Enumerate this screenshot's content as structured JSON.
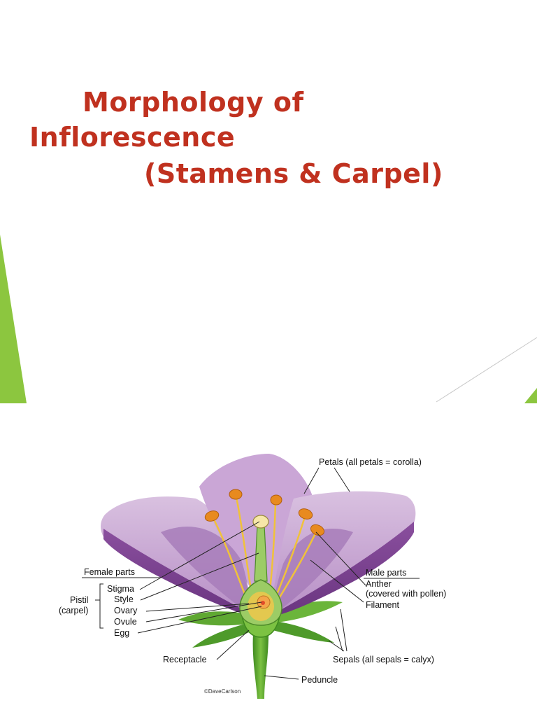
{
  "slide": {
    "title_line1": "Morphology of",
    "title_line2": "Inflorescence",
    "title_line3": "(Stamens & Carpel)",
    "accent_color": "#8cc63f",
    "title_color": "#c0311f"
  },
  "diagram": {
    "labels": {
      "petals": "Petals (all petals = corolla)",
      "female_heading": "Female parts",
      "stigma": "Stigma",
      "style": "Style",
      "pistil": "Pistil",
      "carpel": "(carpel)",
      "ovary": "Ovary",
      "ovule": "Ovule",
      "egg": "Egg",
      "male_heading": "Male parts",
      "anther": "Anther",
      "anther_note": "(covered with pollen)",
      "filament": "Filament",
      "receptacle": "Receptacle",
      "sepals": "Sepals (all sepals = calyx)",
      "peduncle": "Peduncle",
      "credit": "©DaveCarlson"
    }
  }
}
